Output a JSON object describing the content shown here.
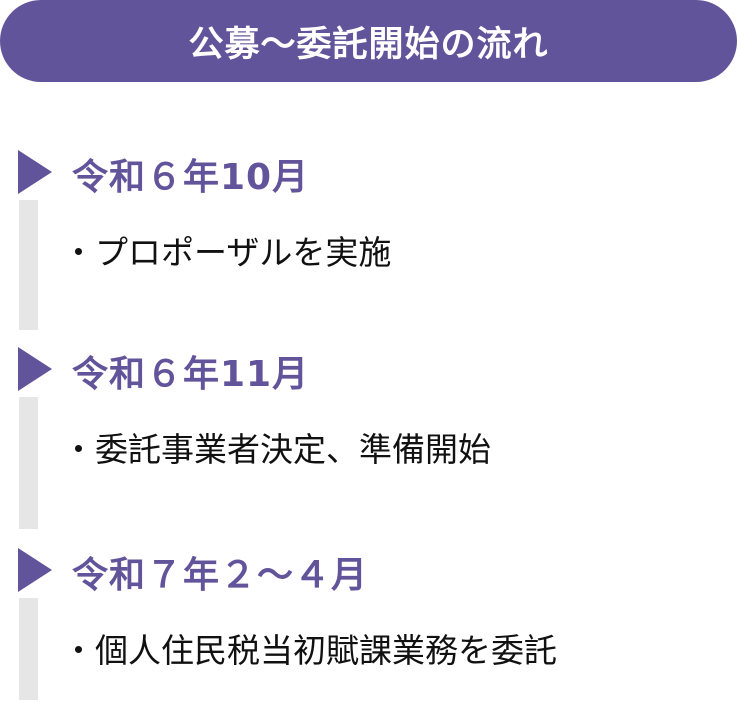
{
  "title": "公募～委託開始の流れ",
  "steps": [
    {
      "date": "令和６年10月",
      "item": "・プロポーザルを実施"
    },
    {
      "date": "令和６年11月",
      "item": "・委託事業者決定、準備開始"
    },
    {
      "date": "令和７年２～４月",
      "item": "・個人住民税当初賦課業務を委託"
    }
  ],
  "colors": {
    "accent": "#62549a",
    "timeline": "#e6e6e6"
  }
}
